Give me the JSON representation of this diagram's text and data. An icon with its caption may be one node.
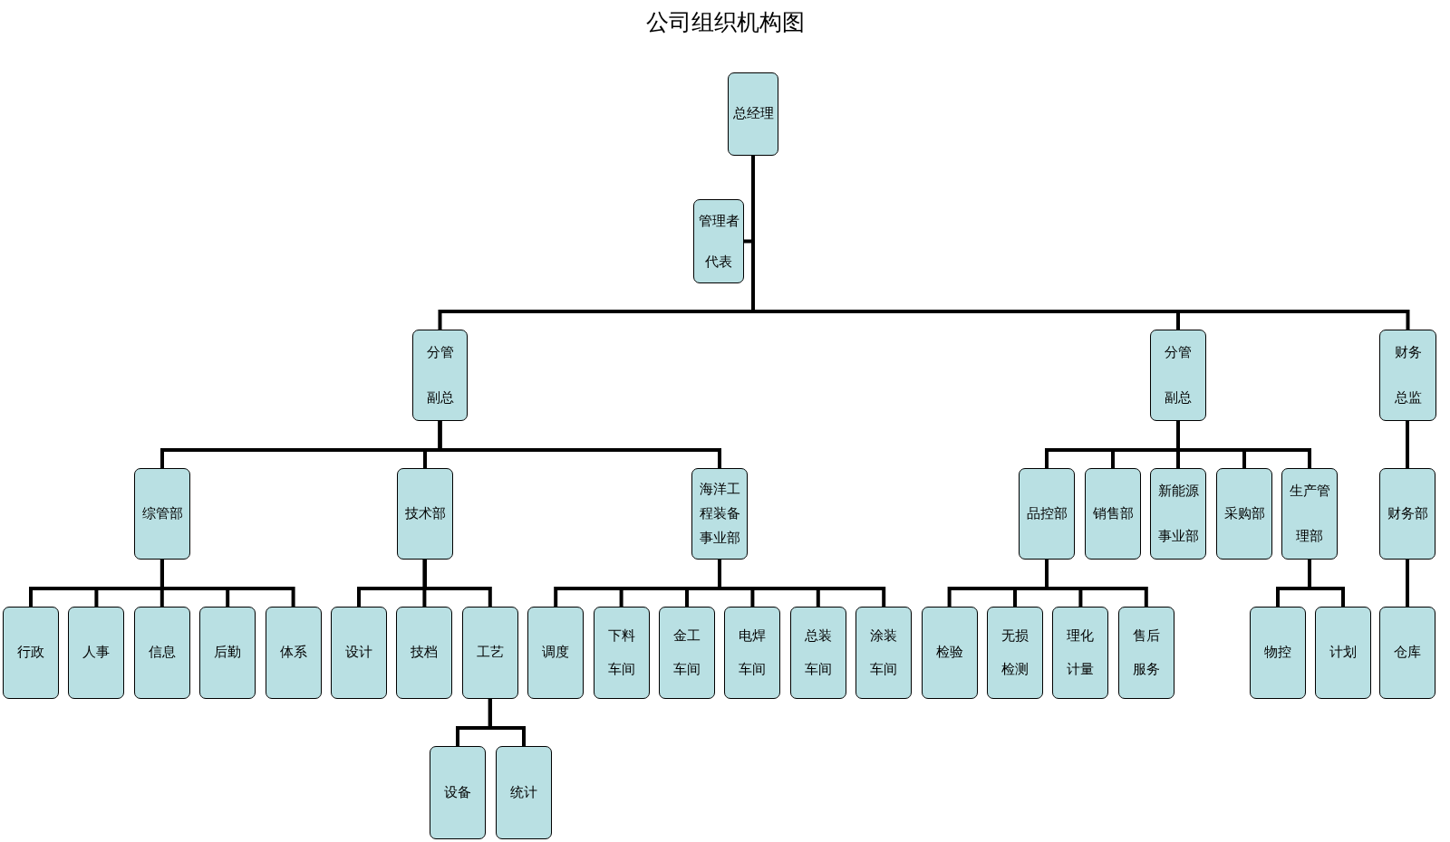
{
  "diagram": {
    "title": "公司组织机构图",
    "nodes": [
      {
        "text": [
          "总经理"
        ]
      },
      {
        "text": [
          "管理者代表"
        ]
      },
      {
        "text": [
          "分管副总"
        ]
      },
      {
        "text": [
          "分管副总"
        ]
      },
      {
        "text": [
          "财务总监"
        ]
      },
      {
        "text": [
          "综管部"
        ]
      },
      {
        "text": [
          "技术部"
        ]
      },
      {
        "text": [
          "海洋工程装备事业部"
        ]
      },
      {
        "text": [
          "品控部"
        ]
      },
      {
        "text": [
          "销售部"
        ]
      },
      {
        "text": [
          "新能源事业部"
        ]
      },
      {
        "text": [
          "采购部"
        ]
      },
      {
        "text": [
          "生产管理部"
        ]
      },
      {
        "text": [
          "财务部"
        ]
      },
      {
        "text": [
          "行政"
        ]
      },
      {
        "text": [
          "人事"
        ]
      },
      {
        "text": [
          "信息"
        ]
      },
      {
        "text": [
          "后勤"
        ]
      },
      {
        "text": [
          "体系"
        ]
      },
      {
        "text": [
          "设计"
        ]
      },
      {
        "text": [
          "技档"
        ]
      },
      {
        "text": [
          "工艺"
        ]
      },
      {
        "text": [
          "调度"
        ]
      },
      {
        "text": [
          "下料车间"
        ]
      },
      {
        "text": [
          "金工车间"
        ]
      },
      {
        "text": [
          "电焊车间"
        ]
      },
      {
        "text": [
          "总装车间"
        ]
      },
      {
        "text": [
          "涂装车间"
        ]
      },
      {
        "text": [
          "检验"
        ]
      },
      {
        "text": [
          "无损检测"
        ]
      },
      {
        "text": [
          "理化计量"
        ]
      },
      {
        "text": [
          "售后服务"
        ]
      },
      {
        "text": [
          "物控"
        ]
      },
      {
        "text": [
          "计划"
        ]
      },
      {
        "text": [
          "仓库"
        ]
      },
      {
        "text": [
          "设备"
        ]
      },
      {
        "text": [
          "统计"
        ]
      }
    ],
    "edges": [
      {
        "from": 0,
        "to": 1,
        "arrow": "none"
      },
      {
        "from": 0,
        "to": 2,
        "arrow": "none"
      },
      {
        "from": 0,
        "to": 3,
        "arrow": "none"
      },
      {
        "from": 0,
        "to": 4,
        "arrow": "none"
      },
      {
        "from": 2,
        "to": 5,
        "arrow": "none"
      },
      {
        "from": 2,
        "to": 6,
        "arrow": "none"
      },
      {
        "from": 2,
        "to": 7,
        "arrow": "none"
      },
      {
        "from": 3,
        "to": 8,
        "arrow": "none"
      },
      {
        "from": 3,
        "to": 9,
        "arrow": "none"
      },
      {
        "from": 3,
        "to": 10,
        "arrow": "none"
      },
      {
        "from": 3,
        "to": 11,
        "arrow": "none"
      },
      {
        "from": 3,
        "to": 12,
        "arrow": "none"
      },
      {
        "from": 4,
        "to": 13,
        "arrow": "none"
      },
      {
        "from": 5,
        "to": 14,
        "arrow": "none"
      },
      {
        "from": 5,
        "to": 15,
        "arrow": "none"
      },
      {
        "from": 5,
        "to": 16,
        "arrow": "none"
      },
      {
        "from": 5,
        "to": 17,
        "arrow": "none"
      },
      {
        "from": 5,
        "to": 18,
        "arrow": "none"
      },
      {
        "from": 6,
        "to": 19,
        "arrow": "none"
      },
      {
        "from": 6,
        "to": 20,
        "arrow": "none"
      },
      {
        "from": 6,
        "to": 21,
        "arrow": "none"
      },
      {
        "from": 7,
        "to": 22,
        "arrow": "none"
      },
      {
        "from": 7,
        "to": 23,
        "arrow": "none"
      },
      {
        "from": 7,
        "to": 24,
        "arrow": "none"
      },
      {
        "from": 7,
        "to": 25,
        "arrow": "none"
      },
      {
        "from": 7,
        "to": 26,
        "arrow": "none"
      },
      {
        "from": 7,
        "to": 27,
        "arrow": "none"
      },
      {
        "from": 8,
        "to": 28,
        "arrow": "none"
      },
      {
        "from": 8,
        "to": 29,
        "arrow": "none"
      },
      {
        "from": 8,
        "to": 30,
        "arrow": "none"
      },
      {
        "from": 8,
        "to": 31,
        "arrow": "none"
      },
      {
        "from": 12,
        "to": 32,
        "arrow": "none"
      },
      {
        "from": 12,
        "to": 33,
        "arrow": "none"
      },
      {
        "from": 13,
        "to": 34,
        "arrow": "none"
      },
      {
        "from": 21,
        "to": 35,
        "arrow": "none"
      },
      {
        "from": 21,
        "to": 36,
        "arrow": "none"
      }
    ]
  }
}
